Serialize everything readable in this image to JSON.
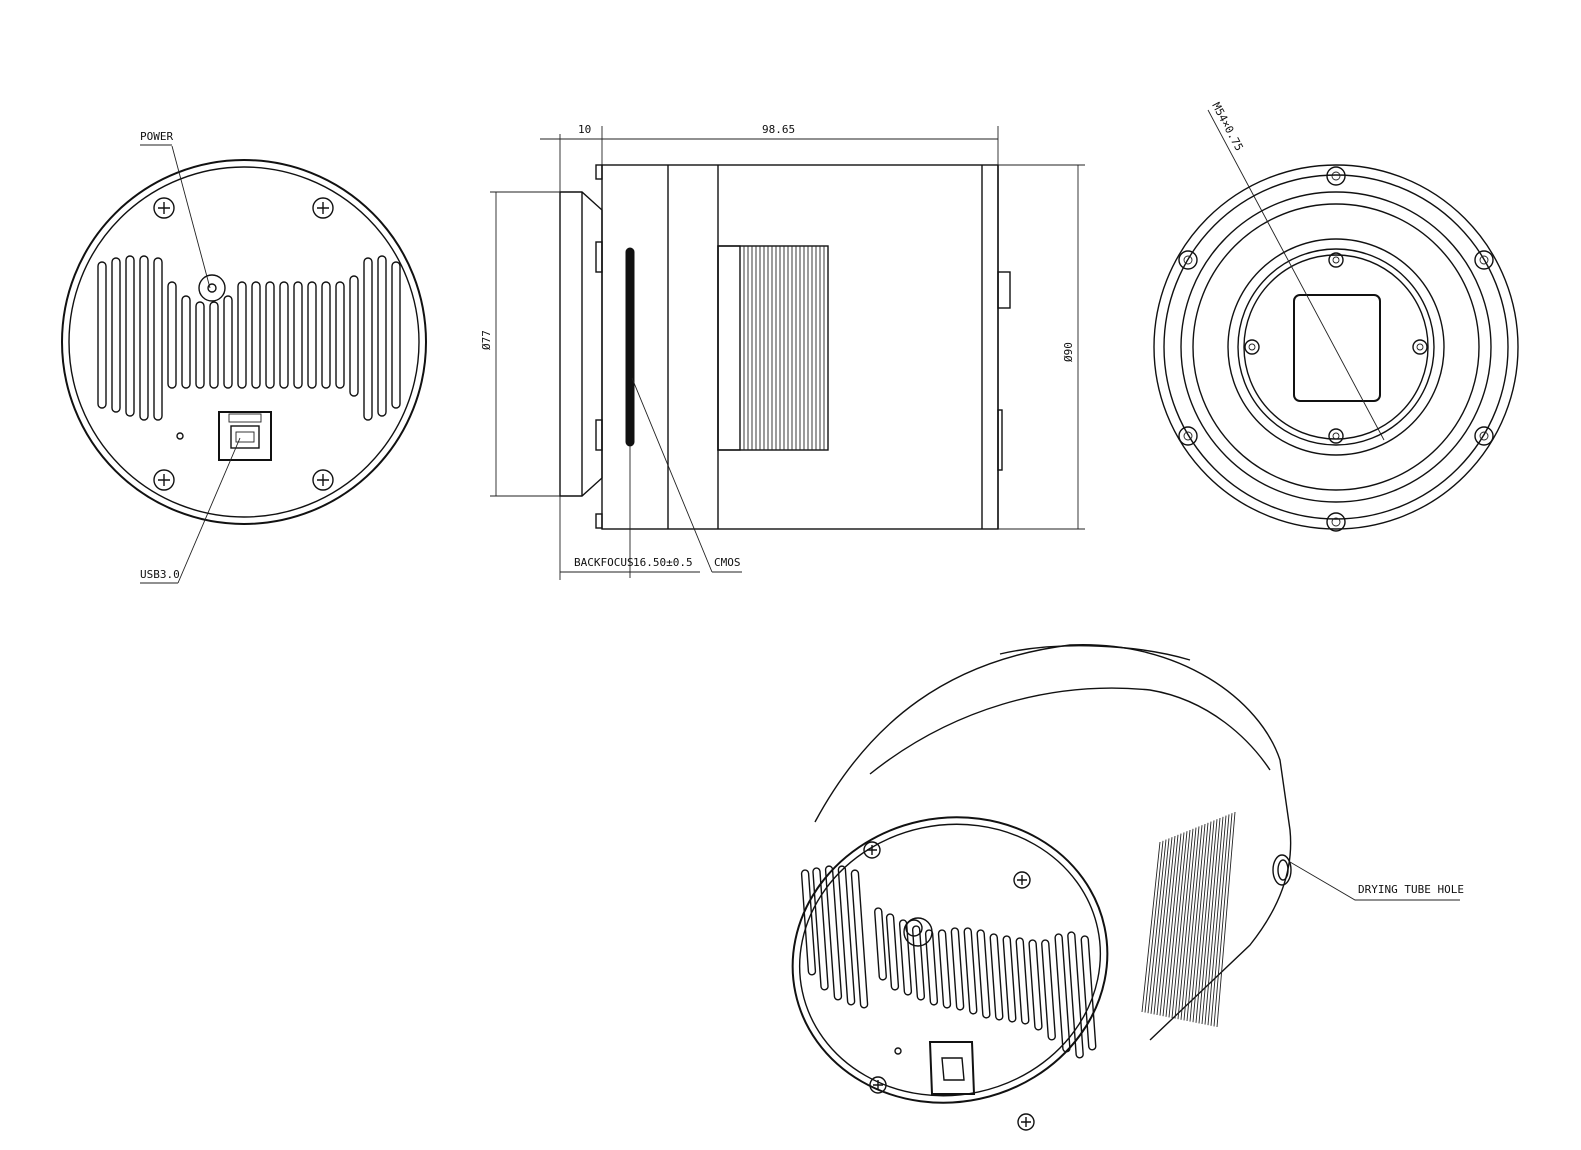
{
  "colors": {
    "line": "#111111",
    "background": "#ffffff"
  },
  "labels": {
    "power": "POWER",
    "usb": "USB3.0",
    "dim_flange": "10",
    "dim_length": "98.65",
    "dim_front_diameter": "Ø77",
    "dim_body_diameter": "Ø90",
    "backfocus": "BACKFOCUS",
    "backfocus_value": "16.50±0.5",
    "cmos": "CMOS",
    "thread": "M54×0.75",
    "drying_tube_hole": "DRYING TUBE HOLE"
  },
  "icons": [
    "screw-icon",
    "usb-b-port-icon",
    "power-port-icon",
    "vent-slot-icon"
  ]
}
